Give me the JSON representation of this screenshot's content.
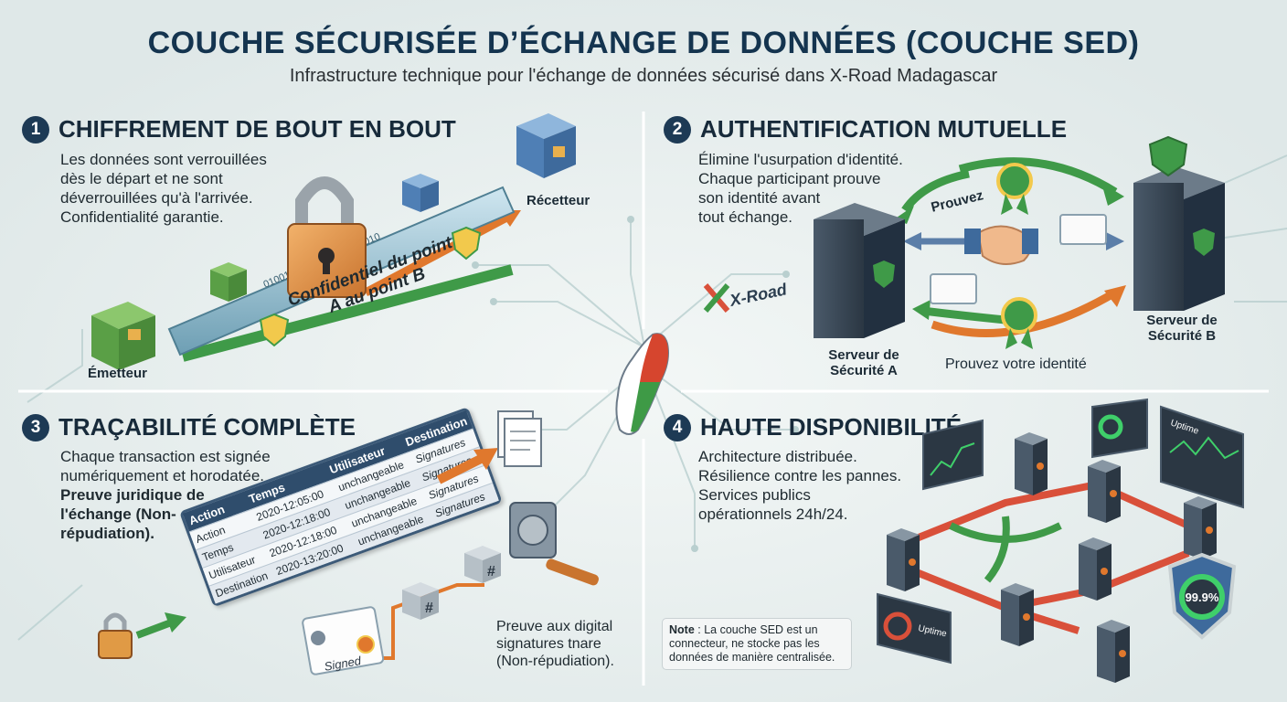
{
  "header": {
    "title": "COUCHE SÉCURISÉE D’ÉCHANGE DE DONNÉES (COUCHE SED)",
    "subtitle": "Infrastructure technique pour l'échange de données sécurisé dans X-Road Madagascar"
  },
  "sections": [
    {
      "number": "1",
      "title": "CHIFFREMENT DE BOUT EN BOUT",
      "lines": [
        "Les données sont verrouillées",
        "dès le départ et ne sont",
        "déverrouillées qu'à l'arrivée.",
        "Confidentialité garantie."
      ],
      "labels": {
        "sender": "Émetteur",
        "receiver": "Récetteur",
        "pipe_line1": "Confidentiel du point",
        "pipe_line2": "A au point B"
      }
    },
    {
      "number": "2",
      "title": "AUTHENTIFICATION MUTUELLE",
      "lines": [
        "Élimine l'usurpation d'identité.",
        "Chaque participant prouve",
        "son identité avant",
        "tout échange."
      ],
      "labels": {
        "server_a_line1": "Serveur de",
        "server_a_line2": "Sécurité A",
        "server_b_line1": "Serveur de",
        "server_b_line2": "Sécurité B",
        "prove_top": "Prouvez",
        "prove_bottom": "Prouvez votre identité",
        "xroad": "X-Road"
      }
    },
    {
      "number": "3",
      "title": "TRAÇABILITÉ COMPLÈTE",
      "lines": [
        "Chaque transaction est signée",
        "numériquement et horodatée."
      ],
      "bold_lines": [
        "Preuve juridique de",
        "l'échange (Non-",
        "répudiation)."
      ],
      "table": {
        "headers": [
          "Action",
          "Temps",
          "Utilisateur",
          "Destination"
        ],
        "rows": [
          [
            "Action",
            "2020-12:05:00",
            "unchangeable",
            "Signatures"
          ],
          [
            "Temps",
            "2020-12:18:00",
            "unchangeable",
            "Signatures"
          ],
          [
            "Utilisateur",
            "2020-12:18:00",
            "unchangeable",
            "Signatures"
          ],
          [
            "Destination",
            "2020-13:20:00",
            "unchangeable",
            "Signatures"
          ]
        ]
      },
      "labels": {
        "proof_line1": "Preuve aux digital",
        "proof_line2": "signatures tnare",
        "proof_line3": "(Non-répudiation).",
        "signed": "Signed",
        "hash": "#"
      }
    },
    {
      "number": "4",
      "title": "HAUTE DISPONIBILITÉ",
      "lines": [
        "Architecture distribuée.",
        "Résilience contre les pannes.",
        "Services publics",
        "opérationnels 24h/24."
      ],
      "labels": {
        "uptime_a": "Uptime",
        "uptime_b": "Uptime",
        "availability": "99.9%"
      }
    }
  ],
  "note": {
    "bold": "Note",
    "text": " : La couche SED est un connecteur, ne stocke pas les données de manière centralisée."
  },
  "colors": {
    "navy": "#1d3a55",
    "green": "#3f9a48",
    "orange": "#e0782d",
    "red": "#d9503a",
    "teal": "#7fb0b4",
    "madagascar_red": "#d6452e",
    "madagascar_green": "#3e9a46"
  }
}
